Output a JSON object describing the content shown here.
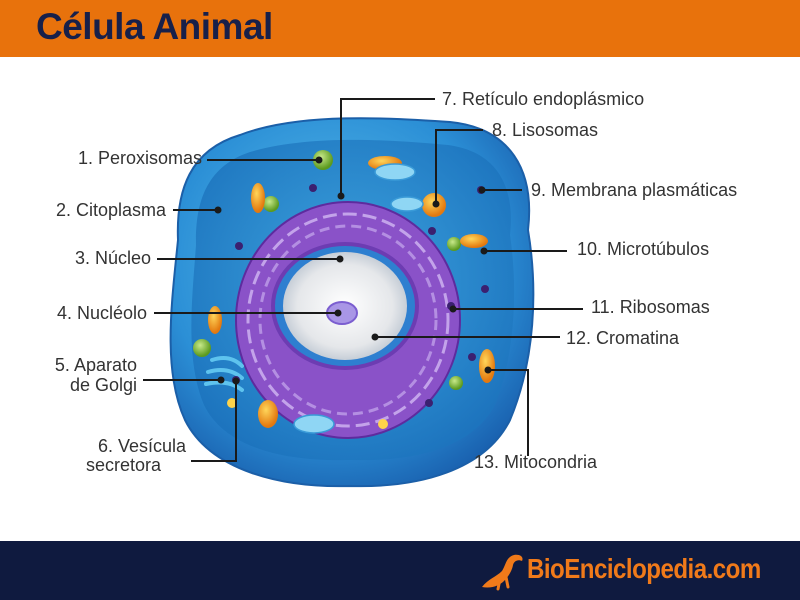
{
  "title": "Célula Animal",
  "brand": "BioEnciclopedia.com",
  "colors": {
    "header": "#e8720c",
    "title_text": "#17204a",
    "footer": "#0f1a3f",
    "brand": "#f07a1a",
    "leader_line": "#1a1a1a"
  },
  "labels": {
    "l1": "1. Peroxisomas",
    "l2": "2. Citoplasma",
    "l3": "3. Núcleo",
    "l4": "4. Nucléolo",
    "l5a": "5. Aparato",
    "l5b": "de Golgi",
    "l6a": "6. Vesícula",
    "l6b": "secretora",
    "l7": "7. Retículo endoplásmico",
    "l8": "8. Lisosomas",
    "l9": "9. Membrana plasmáticas",
    "l10": "10. Microtúbulos",
    "l11": "11. Ribosomas",
    "l12": "12. Cromatina",
    "l13": "13. Mitocondria"
  }
}
